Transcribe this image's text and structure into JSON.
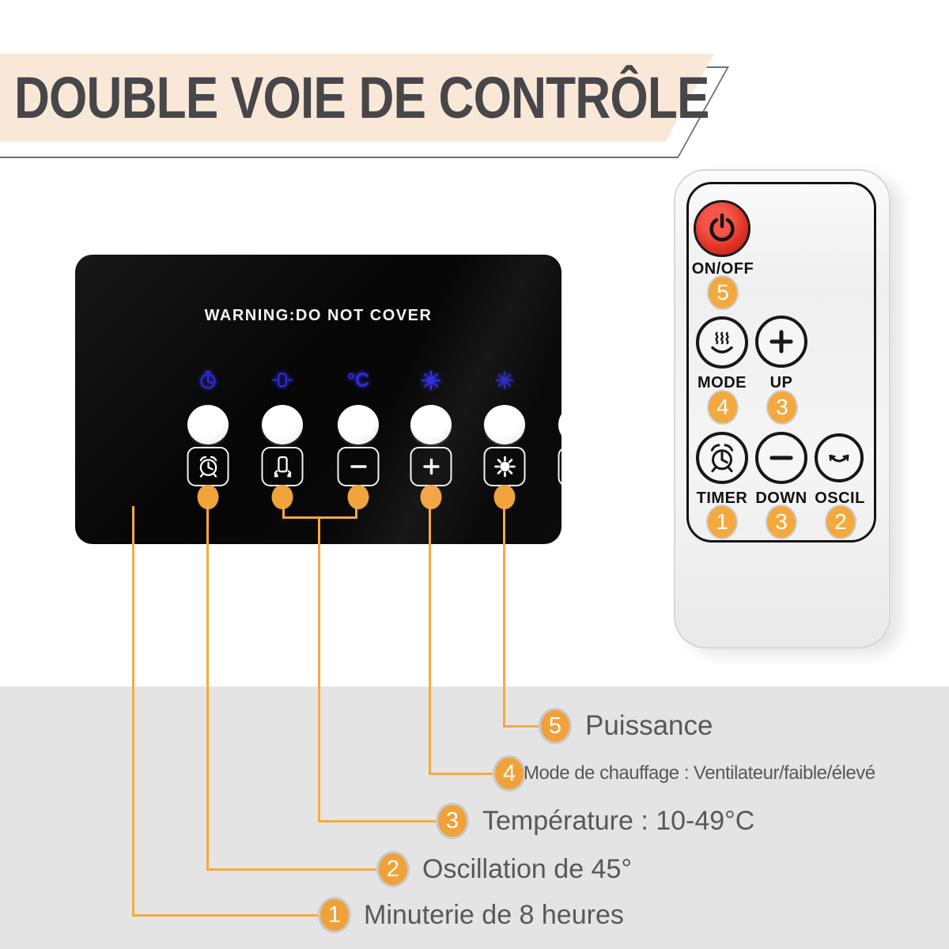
{
  "title": "DOUBLE VOIE DE CONTRÔLE",
  "colors": {
    "banner_bg": "#F9E8D8",
    "title_text": "#474749",
    "accent_orange": "#F1A13A",
    "panel_bg": "#0B0B0B",
    "led_blue": "#2B2BE4",
    "power_red": "#DC2B1C",
    "gray_band": "#E4E4E4",
    "label_text": "#58585A"
  },
  "panel": {
    "warning": "WARNING:DO NOT COVER",
    "celsius_label": "°C",
    "led_icons": [
      "timer-led-icon",
      "oscillation-led-icon",
      "celsius-led-label",
      "sun-bright-led-icon",
      "sun-dim-led-icon",
      "fan-led-icon"
    ],
    "button_icons": [
      "alarm-clock-icon",
      "oscillation-icon",
      "minus-icon",
      "plus-icon",
      "brightness-icon",
      "power-icon"
    ]
  },
  "remote": {
    "power_label": "ON/OFF",
    "power_badge": "5",
    "buttons": [
      {
        "label": "MODE",
        "badge": "4",
        "icon": "heat-mode-icon"
      },
      {
        "label": "UP",
        "badge": "3",
        "icon": "plus-icon"
      },
      {
        "label": "TIMER",
        "badge": "1",
        "icon": "alarm-clock-icon"
      },
      {
        "label": "DOWN",
        "badge": "3",
        "icon": "minus-icon"
      },
      {
        "label": "OSCIL",
        "badge": "2",
        "icon": "oscillate-arrow-icon"
      }
    ]
  },
  "legend": {
    "items": [
      {
        "num": "5",
        "text": "Puissance"
      },
      {
        "num": "4",
        "text": "Mode de chauffage : Ventilateur/faible/élevé"
      },
      {
        "num": "3",
        "text": "Température : 10-49°C"
      },
      {
        "num": "2",
        "text": "Oscillation de 45°"
      },
      {
        "num": "1",
        "text": "Minuterie de 8 heures"
      }
    ]
  }
}
